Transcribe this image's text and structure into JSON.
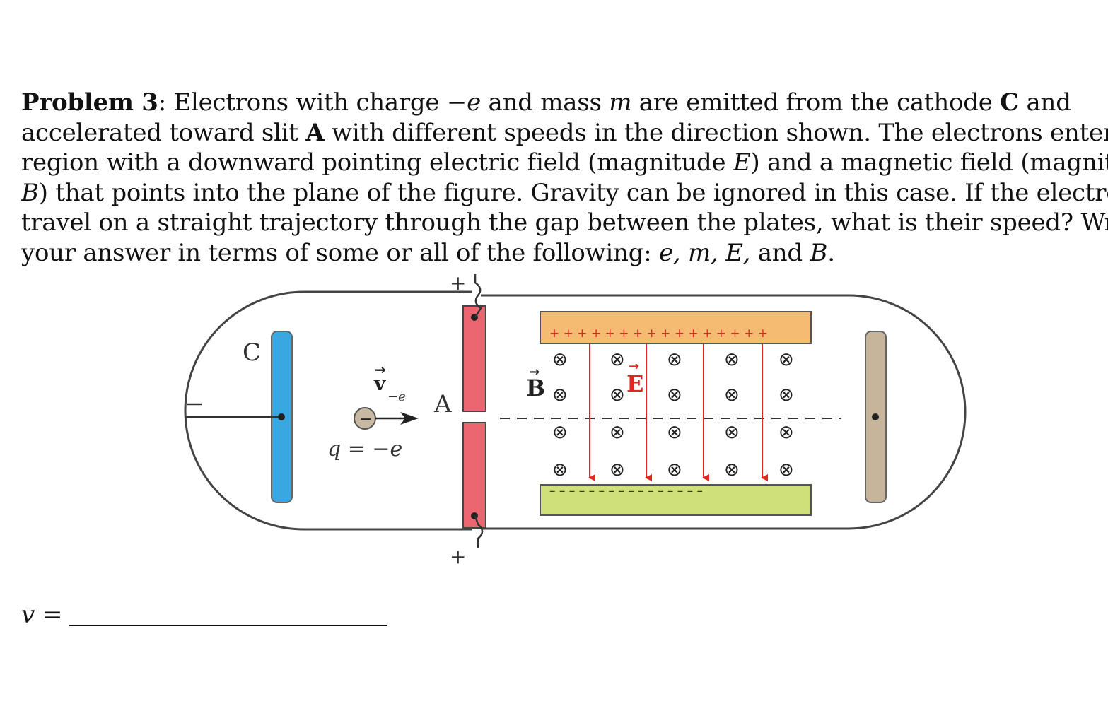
{
  "problem": {
    "label": "Problem 3",
    "sep": ": ",
    "l1_a": "Electrons with charge ",
    "l1_charge": "−e",
    "l1_b": " and mass ",
    "l1_mass": "m",
    "l1_c": " are emitted from the cathode ",
    "l1_cathode": "C",
    "l1_d": " and",
    "l2_a": "accelerated toward slit ",
    "l2_slit": "A",
    "l2_b": " with different speeds in the direction shown. The electrons enter a",
    "l3_a": "region with a downward pointing electric field (magnitude ",
    "l3_E": "E",
    "l3_b": ") and a magnetic field (magnitude",
    "l4_B": "B",
    "l4_a": ") that points into the plane of the figure. Gravity can be ignored in this case. If the electrons",
    "l5": "travel on a straight trajectory through the gap between the plates, what is their speed?  Write",
    "l6_a": "your answer in terms of some or all of the following: ",
    "l6_vars": "e, m, E,",
    "l6_and": " and ",
    "l6_B": "B",
    "l6_end": "."
  },
  "figure": {
    "cathode_label": "C",
    "slit_label": "A",
    "velocity_label": "v",
    "electron_sign": "−",
    "electron_label": "−e",
    "charge_label": "q = −e",
    "b_field_label": "B",
    "e_field_label": "E",
    "top_plus": "+",
    "bottom_plus": "+",
    "left_minus": "−",
    "plate_top_charges": "+ + + + + + + + + + + + + + + +",
    "plate_bottom_charges": "– – – – – – – – – – – – – – – –",
    "into_page_symbol": "⊗",
    "colors": {
      "cathode": "#3aa8e0",
      "slit_plate": "#ec6671",
      "top_plate": "#f6bb73",
      "bottom_plate": "#cfdf7a",
      "anode": "#c6b59a",
      "field_red": "#e0261f",
      "electron": "#c8b9a3"
    }
  },
  "answer": {
    "variable": "v",
    "equals": " ="
  }
}
